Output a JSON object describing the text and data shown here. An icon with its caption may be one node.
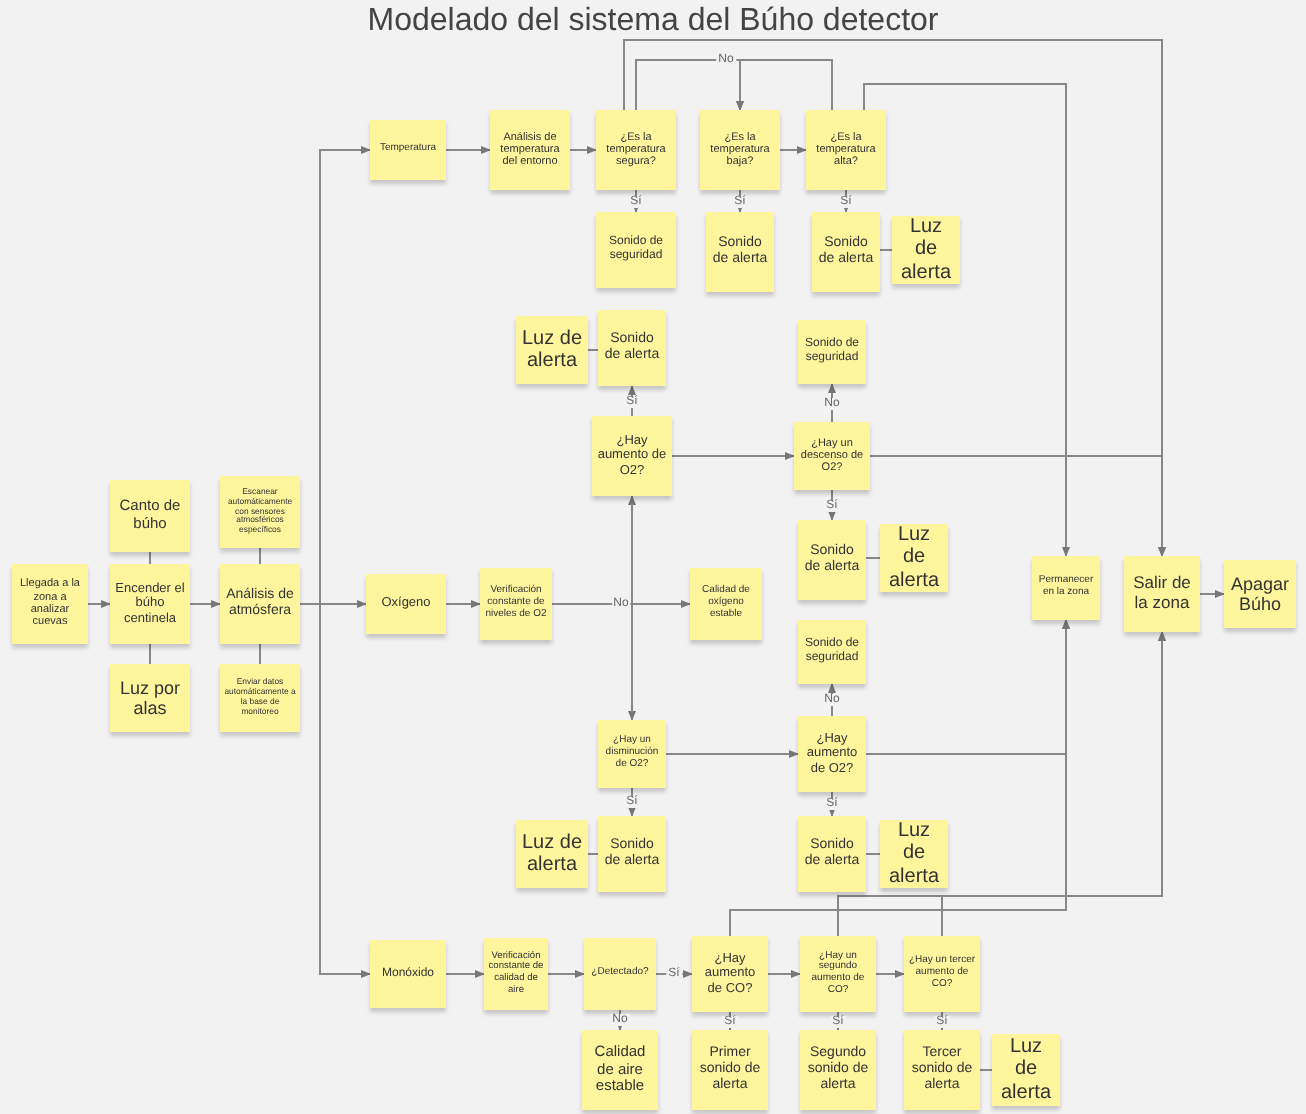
{
  "diagram": {
    "title": "Modelado del sistema del Búho detector",
    "nodes": [
      {
        "text": [
          "Llegada a la zona a analizar cuevas"
        ]
      },
      {
        "text": [
          "Canto de búho"
        ]
      },
      {
        "text": [
          "Encender el búho centinela"
        ]
      },
      {
        "text": [
          "Luz por alas"
        ]
      },
      {
        "text": [
          "Escanear automáticamente con sensores atmosféricos específicos"
        ]
      },
      {
        "text": [
          "Análisis de atmósfera"
        ]
      },
      {
        "text": [
          "Enviar datos automáticamente a la base de monitoreo"
        ]
      },
      {
        "text": [
          "Temperatura"
        ]
      },
      {
        "text": [
          "Análisis de temperatura del entorno"
        ]
      },
      {
        "text": [
          "¿Es la temperatura segura?"
        ]
      },
      {
        "text": [
          "¿Es la temperatura baja?"
        ]
      },
      {
        "text": [
          "¿Es la temperatura alta?"
        ]
      },
      {
        "text": [
          "Sonido de seguridad"
        ]
      },
      {
        "text": [
          "Sonido de alerta"
        ]
      },
      {
        "text": [
          "Sonido de alerta"
        ]
      },
      {
        "text": [
          "Luz de alerta"
        ]
      },
      {
        "text": [
          "Luz de alerta"
        ]
      },
      {
        "text": [
          "Sonido de alerta"
        ]
      },
      {
        "text": [
          "Sonido de seguridad"
        ]
      },
      {
        "text": [
          "¿Hay aumento de O2?"
        ]
      },
      {
        "text": [
          "¿Hay un descenso de O2?"
        ]
      },
      {
        "text": [
          "Sonido de alerta"
        ]
      },
      {
        "text": [
          "Luz de alerta"
        ]
      },
      {
        "text": [
          "Oxígeno"
        ]
      },
      {
        "text": [
          "Verificación constante de niveles de O2"
        ]
      },
      {
        "text": [
          "Calidad de oxígeno estable"
        ]
      },
      {
        "text": [
          "Sonido de seguridad"
        ]
      },
      {
        "text": [
          "¿Hay un disminución de O2?"
        ]
      },
      {
        "text": [
          "¿Hay aumento de O2?"
        ]
      },
      {
        "text": [
          "Luz de alerta"
        ]
      },
      {
        "text": [
          "Sonido de alerta"
        ]
      },
      {
        "text": [
          "Sonido de alerta"
        ]
      },
      {
        "text": [
          "Luz de alerta"
        ]
      },
      {
        "text": [
          "Monóxido"
        ]
      },
      {
        "text": [
          "Verificación constante de calidad de aire"
        ]
      },
      {
        "text": [
          "¿Detectado?"
        ]
      },
      {
        "text": [
          "¿Hay aumento de CO?"
        ]
      },
      {
        "text": [
          "¿Hay un segundo aumento de CO?"
        ]
      },
      {
        "text": [
          "¿Hay un tercer aumento de CO?"
        ]
      },
      {
        "text": [
          "Calidad de aire estable"
        ]
      },
      {
        "text": [
          "Primer sonido de alerta"
        ]
      },
      {
        "text": [
          "Segundo sonido de alerta"
        ]
      },
      {
        "text": [
          "Tercer sonido de alerta"
        ]
      },
      {
        "text": [
          "Luz de alerta"
        ]
      },
      {
        "text": [
          "Permanecer en la zona"
        ]
      },
      {
        "text": [
          "Salir de la zona"
        ]
      },
      {
        "text": [
          "Apagar Búho"
        ]
      }
    ],
    "edges": [
      {
        "from": 0,
        "to": 2,
        "arrow": "to"
      },
      {
        "from": 2,
        "to": 1,
        "arrow": "none"
      },
      {
        "from": 2,
        "to": 3,
        "arrow": "none"
      },
      {
        "from": 2,
        "to": 5,
        "arrow": "to"
      },
      {
        "from": 5,
        "to": 4,
        "arrow": "none"
      },
      {
        "from": 5,
        "to": 6,
        "arrow": "none"
      },
      {
        "from": 5,
        "to": 7,
        "arrow": "to"
      },
      {
        "from": 5,
        "to": 23,
        "arrow": "to"
      },
      {
        "from": 5,
        "to": 33,
        "arrow": "to"
      },
      {
        "from": 7,
        "to": 8,
        "arrow": "to"
      },
      {
        "from": 8,
        "to": 9,
        "arrow": "to"
      },
      {
        "from": 9,
        "to": 10,
        "arrow": "to",
        "label": "No"
      },
      {
        "from": 10,
        "to": 11,
        "arrow": "to"
      },
      {
        "from": 9,
        "to": 12,
        "arrow": "to",
        "label": "Sí"
      },
      {
        "from": 10,
        "to": 13,
        "arrow": "to",
        "label": "Sí"
      },
      {
        "from": 11,
        "to": 14,
        "arrow": "to",
        "label": "Sí"
      },
      {
        "from": 14,
        "to": 15,
        "arrow": "none"
      },
      {
        "from": 11,
        "to": 10,
        "arrow": "to"
      },
      {
        "from": 9,
        "to": 45,
        "arrow": "to"
      },
      {
        "from": 11,
        "to": 44,
        "arrow": "to"
      },
      {
        "from": 23,
        "to": 24,
        "arrow": "to"
      },
      {
        "from": 24,
        "to": 25,
        "arrow": "to",
        "label": "No"
      },
      {
        "from": 24,
        "to": 19,
        "arrow": "to"
      },
      {
        "from": 24,
        "to": 27,
        "arrow": "to"
      },
      {
        "from": 19,
        "to": 17,
        "arrow": "to",
        "label": "Sí"
      },
      {
        "from": 17,
        "to": 16,
        "arrow": "none"
      },
      {
        "from": 19,
        "to": 20,
        "arrow": "to"
      },
      {
        "from": 20,
        "to": 18,
        "arrow": "to",
        "label": "No"
      },
      {
        "from": 20,
        "to": 21,
        "arrow": "to",
        "label": "Sí"
      },
      {
        "from": 21,
        "to": 22,
        "arrow": "none"
      },
      {
        "from": 20,
        "to": 45,
        "arrow": "to"
      },
      {
        "from": 27,
        "to": 28,
        "arrow": "to"
      },
      {
        "from": 27,
        "to": 30,
        "arrow": "to",
        "label": "Sí"
      },
      {
        "from": 30,
        "to": 29,
        "arrow": "none"
      },
      {
        "from": 28,
        "to": 26,
        "arrow": "to",
        "label": "No"
      },
      {
        "from": 28,
        "to": 31,
        "arrow": "to",
        "label": "Sí"
      },
      {
        "from": 31,
        "to": 32,
        "arrow": "none"
      },
      {
        "from": 28,
        "to": 44,
        "arrow": "to"
      },
      {
        "from": 33,
        "to": 34,
        "arrow": "to"
      },
      {
        "from": 34,
        "to": 35,
        "arrow": "to"
      },
      {
        "from": 35,
        "to": 36,
        "arrow": "to",
        "label": "Sí"
      },
      {
        "from": 36,
        "to": 37,
        "arrow": "to"
      },
      {
        "from": 37,
        "to": 38,
        "arrow": "to"
      },
      {
        "from": 35,
        "to": 39,
        "arrow": "to",
        "label": "No"
      },
      {
        "from": 36,
        "to": 40,
        "arrow": "to",
        "label": "Sí"
      },
      {
        "from": 37,
        "to": 41,
        "arrow": "to",
        "label": "Sí"
      },
      {
        "from": 38,
        "to": 42,
        "arrow": "to",
        "label": "Sí"
      },
      {
        "from": 42,
        "to": 43,
        "arrow": "none"
      },
      {
        "from": 36,
        "to": 44,
        "arrow": "to"
      },
      {
        "from": 37,
        "to": 45,
        "arrow": "to"
      },
      {
        "from": 38,
        "to": 45,
        "arrow": "to"
      },
      {
        "from": 45,
        "to": 46,
        "arrow": "to"
      }
    ]
  }
}
